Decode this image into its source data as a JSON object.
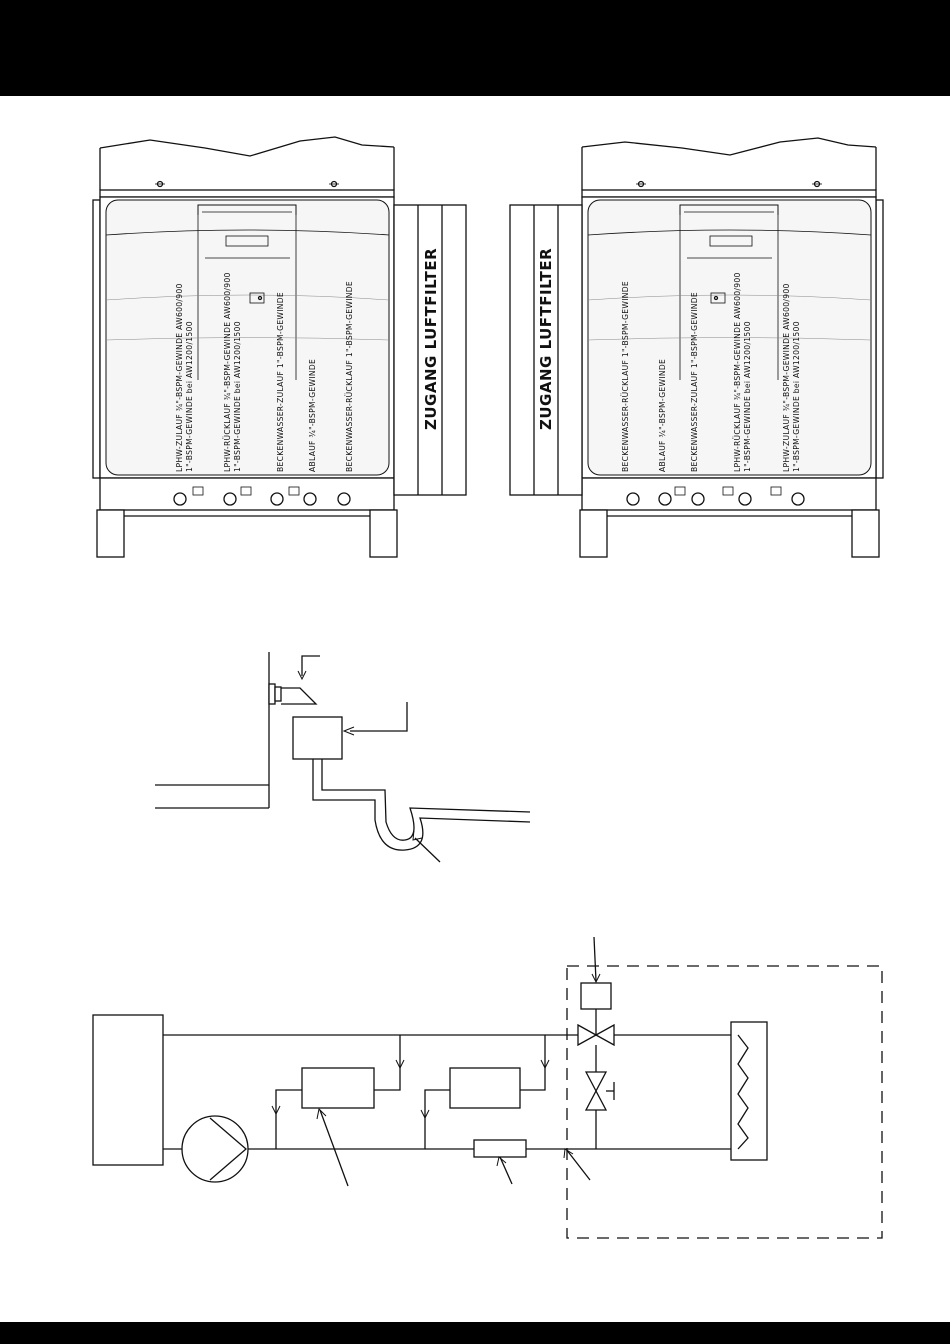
{
  "units": {
    "left": {
      "labels": [
        {
          "line1": "LPHW-ZULAUF ¾\"-BSPM-GEWINDE AW600/900",
          "line2": "1\"-BSPM-GEWINDE bei AW1200/1500"
        },
        {
          "line1": "LPHW-RÜCKLAUF ¾\"-BSPM-GEWINDE AW600/900",
          "line2": "1\"-BSPM-GEWINDE bei AW1200/1500"
        },
        {
          "line1": "BECKENWASSER-ZULAUF 1\"-BSPM-GEWINDE"
        },
        {
          "line1": "ABLAUF ¾\"-BSPM-GEWINDE"
        },
        {
          "line1": "BECKENWASSER-RÜCKLAUF 1\"-BSPM-GEWINDE"
        }
      ],
      "filter_label": "ZUGANG LUFTFILTER"
    },
    "right": {
      "labels": [
        {
          "line1": "BECKENWASSER-RÜCKLAUF 1\"-BSPM-GEWINDE"
        },
        {
          "line1": "ABLAUF ¾\"-BSPM-GEWINDE"
        },
        {
          "line1": "BECKENWASSER-ZULAUF 1\"-BSPM-GEWINDE"
        },
        {
          "line1": "LPHW-RÜCKLAUF ¾\"-BSPM-GEWINDE AW600/900",
          "line2": "1\"-BSPM-GEWINDE bei AW1200/1500"
        },
        {
          "line1": "LPHW-ZULAUF ¾\"-BSPM-GEWINDE AW600/900",
          "line2": "1\"-BSPM-GEWINDE bei AW1200/1500"
        }
      ],
      "filter_label": "ZUGANG LUFTFILTER"
    }
  },
  "colors": {
    "line": "#111111",
    "bar": "#000000",
    "panel": "#f2f2f2"
  }
}
